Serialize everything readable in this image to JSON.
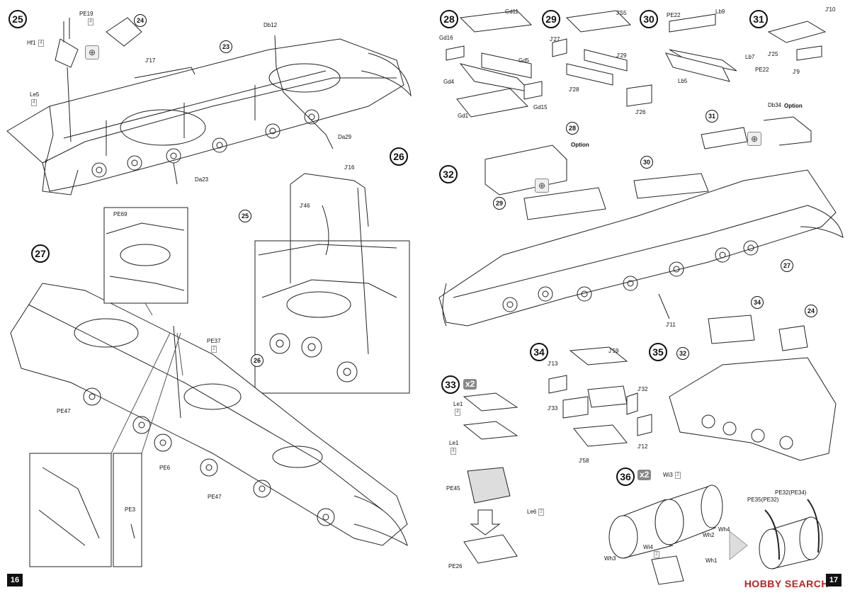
{
  "pages": {
    "left_number": "16",
    "right_number": "17"
  },
  "steps": {
    "s25": "25",
    "s26": "26",
    "s27": "27",
    "s28": "28",
    "s29": "29",
    "s30": "30",
    "s31": "31",
    "s32": "32",
    "s33": "33",
    "s34": "34",
    "s35": "35",
    "s36": "36"
  },
  "refs": {
    "r24a": "24",
    "r23": "23",
    "r25": "25",
    "r26": "26",
    "r28": "28",
    "r29": "29",
    "r30": "30",
    "r31": "31",
    "r27": "27",
    "r34": "34",
    "r24b": "24",
    "r32": "32"
  },
  "multipliers": {
    "m33": "x2",
    "m36": "x2"
  },
  "options": {
    "o28": "Option",
    "o34": "Option"
  },
  "counts": {
    "pe19": "4",
    "le5": "4",
    "pe37": "2",
    "le1a": "4",
    "le1b": "4",
    "wi3": "2",
    "wi4": "2",
    "le6": "2",
    "hf1": "4"
  },
  "labels_left": {
    "PE19": "PE19",
    "Hf1": "Hf1",
    "Le5": "Le5",
    "J17": "J'17",
    "Db12": "Db12",
    "Da29": "Da29",
    "Da23": "Da23",
    "J16": "J'16",
    "J46": "J'46",
    "PE69": "PE69",
    "PE37": "PE37",
    "PE47a": "PE47",
    "PE6": "PE6",
    "PE47b": "PE47",
    "PE3": "PE3"
  },
  "labels_right": {
    "Gd11": "Gd11",
    "Gd16": "Gd16",
    "Gd5": "Gd5",
    "Gd4": "Gd4",
    "Gd15": "Gd15",
    "Gd1": "Gd1",
    "J55": "J'55",
    "J27": "J'27",
    "J29": "J'29",
    "J28": "J'28",
    "J26": "J'26",
    "PE22a": "PE22",
    "Lb9": "Lb9",
    "Lb7": "Lb7",
    "PE22b": "PE22",
    "Lb5": "Lb5",
    "J10": "J'10",
    "J25": "J'25",
    "J9": "J'9",
    "Db34": "Db34",
    "J11": "J'11",
    "J59": "J'59",
    "J13": "J'13",
    "J32": "J'32",
    "J33": "J'33",
    "J12": "J'12",
    "J58": "J'58",
    "Le1a": "Le1",
    "Le1b": "Le1",
    "PE45": "PE45",
    "Le6": "Le6",
    "PE26": "PE26",
    "Wi3": "Wi3",
    "Wh2": "Wh2",
    "Wh4": "Wh4",
    "Wi4": "Wi4",
    "Wh3": "Wh3",
    "Wh1": "Wh1",
    "PE35": "PE35(PE32)",
    "PE32": "PE32(PE34)"
  },
  "watermark": "HOBBY SEARCH"
}
